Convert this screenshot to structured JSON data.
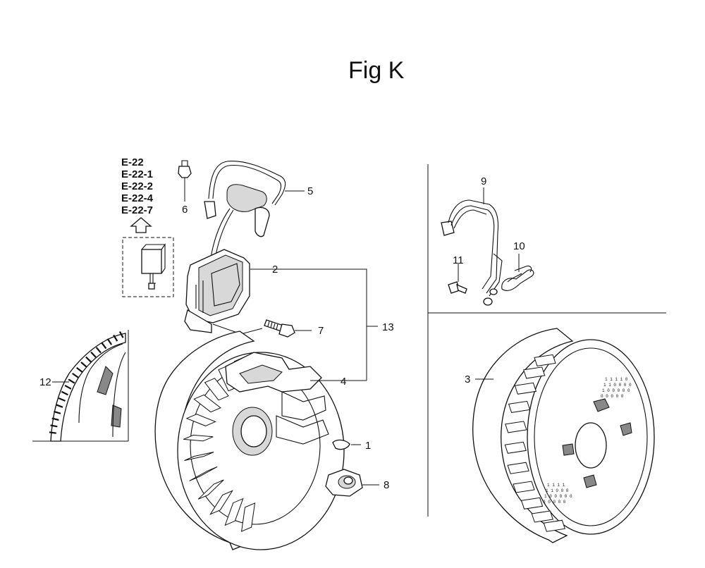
{
  "figure_title": "Fig K",
  "reference_codes": [
    "E-22",
    "E-22-1",
    "E-22-2",
    "E-22-4",
    "E-22-7"
  ],
  "callouts": {
    "c1": "1",
    "c2": "2",
    "c3": "3",
    "c4": "4",
    "c5": "5",
    "c6": "6",
    "c7": "7",
    "c8": "8",
    "c9": "9",
    "c10": "10",
    "c11": "11",
    "c12": "12",
    "c13": "13"
  }
}
